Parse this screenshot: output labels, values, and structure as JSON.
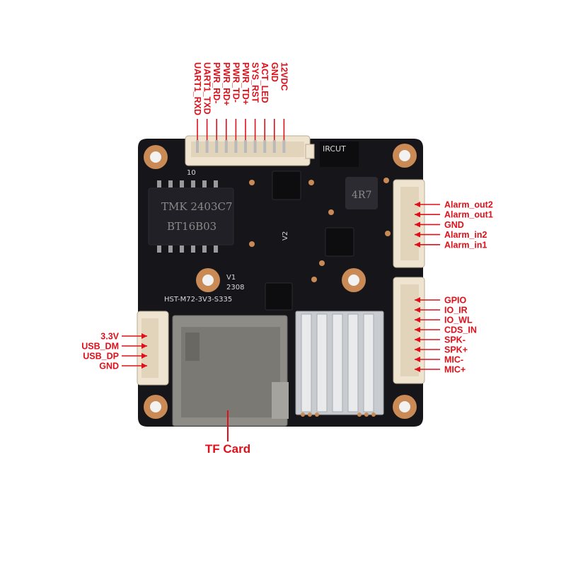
{
  "colors": {
    "label_red": "#e0101a",
    "pcb": "#16161a",
    "connector": "#efe4cf",
    "heatsink": "#c8cbcf",
    "pad": "#c98a55"
  },
  "top_header": {
    "pins": [
      "UART1_RXD",
      "UART1_TXD",
      "PWR_RD-",
      "PWR_RD+",
      "PWR_TD-",
      "PWR_TD+",
      "SYS_RST",
      "ACT_LED",
      "GND",
      "12VDC"
    ],
    "pin_number_label": "10"
  },
  "right_upper": {
    "pins": [
      "Alarm_out2",
      "Alarm_out1",
      "GND",
      "Alarm_in2",
      "Alarm_in1"
    ]
  },
  "right_lower": {
    "pins": [
      "GPIO",
      "IO_IR",
      "IO_WL",
      "CDS_IN",
      "SPK-",
      "SPK+",
      "MIC-",
      "MIC+"
    ]
  },
  "left_usb": {
    "pins": [
      "3.3V",
      "USB_DM",
      "USB_DP",
      "GND"
    ]
  },
  "tf_card_label": "TF Card",
  "board_silkscreen": {
    "ircut": "IRCUT",
    "transformer_line1": "TMK 2403C7",
    "transformer_line2": "BT16B03",
    "version": "V1",
    "date": "2308",
    "model": "HST-M72-3V3-S335",
    "v2": "V2",
    "chip_code": "4R7"
  }
}
